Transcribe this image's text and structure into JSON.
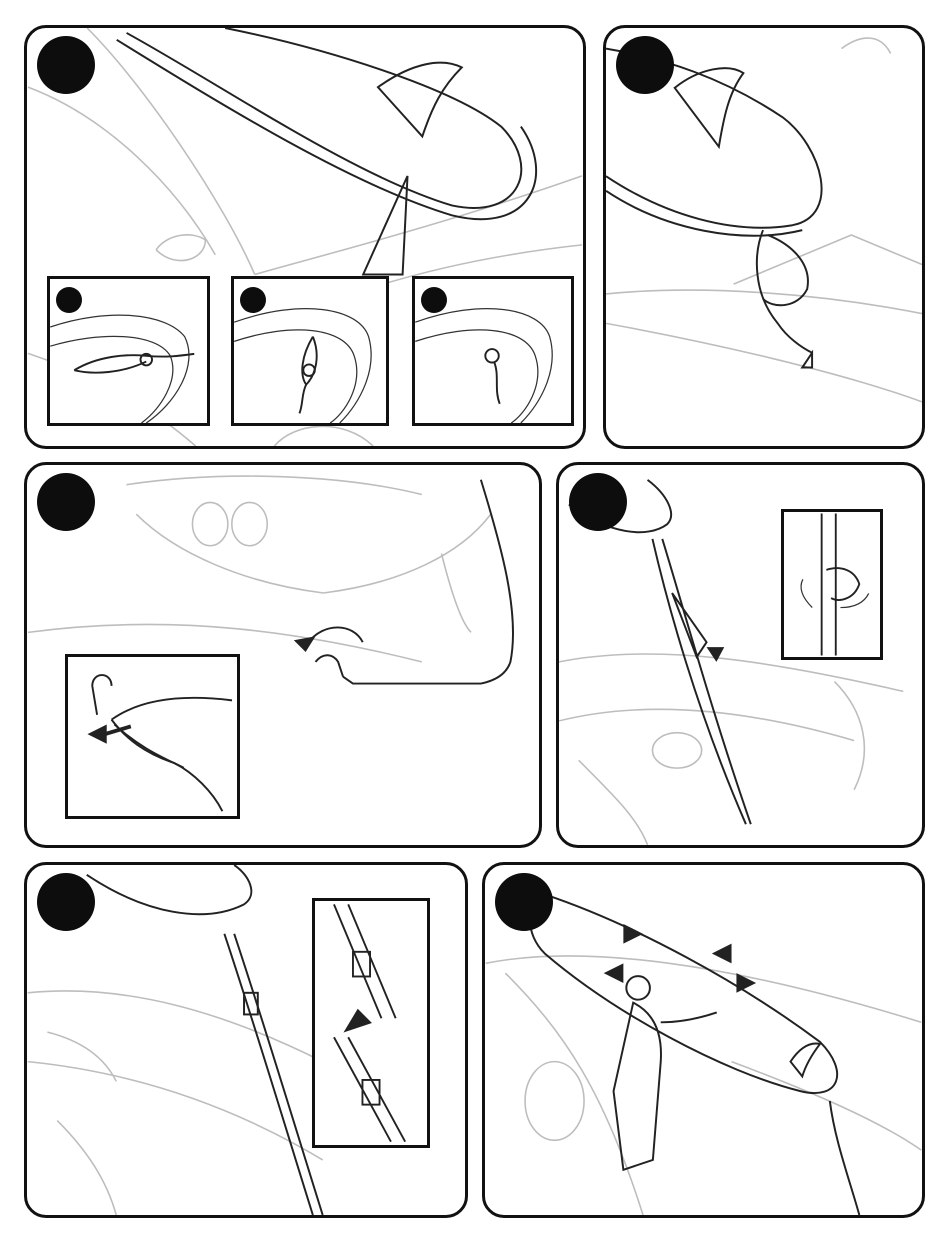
{
  "document": {
    "kind": "wordless-illustrated-instructions",
    "panels": [
      {
        "id": "step-1",
        "subject": "board-nose-with-fin",
        "badge_color": "#0d0d0d",
        "insets": 3
      },
      {
        "id": "step-2",
        "subject": "leash-loop-on-board",
        "badge_color": "#0d0d0d",
        "insets": 0
      },
      {
        "id": "step-3",
        "subject": "hook-under-bumper",
        "badge_color": "#0d0d0d",
        "insets": 1
      },
      {
        "id": "step-4",
        "subject": "strap-down-to-front",
        "badge_color": "#0d0d0d",
        "insets": 1
      },
      {
        "id": "step-5",
        "subject": "tighten-buckle",
        "badge_color": "#0d0d0d",
        "insets": 1
      },
      {
        "id": "step-6",
        "subject": "person-checks-board-on-roof",
        "badge_color": "#0d0d0d",
        "insets": 0
      }
    ],
    "colors": {
      "ink": "#111111",
      "sketch": "#bdbdbd",
      "board_fill": "#a9a9a9",
      "page": "#ffffff"
    }
  }
}
